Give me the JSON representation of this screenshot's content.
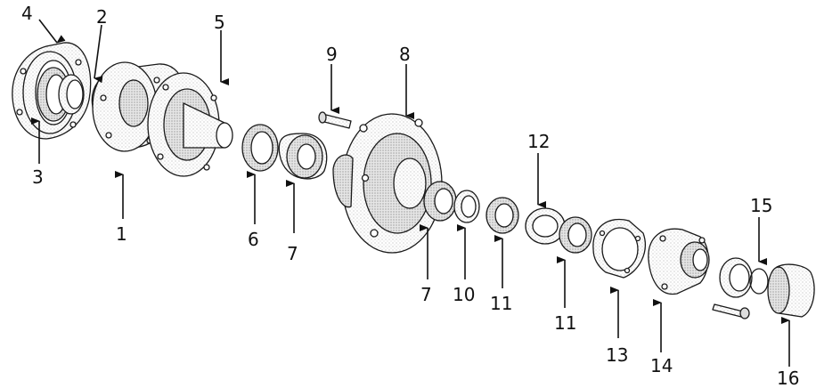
{
  "diagram": {
    "callouts": [
      "1",
      "2",
      "3",
      "4",
      "5",
      "6",
      "7",
      "7",
      "8",
      "9",
      "10",
      "11",
      "11",
      "12",
      "13",
      "14",
      "15",
      "16"
    ]
  },
  "colors": {
    "ink": "#1a1a1a",
    "paper": "#ffffff",
    "shade": "#bdbdbd"
  }
}
